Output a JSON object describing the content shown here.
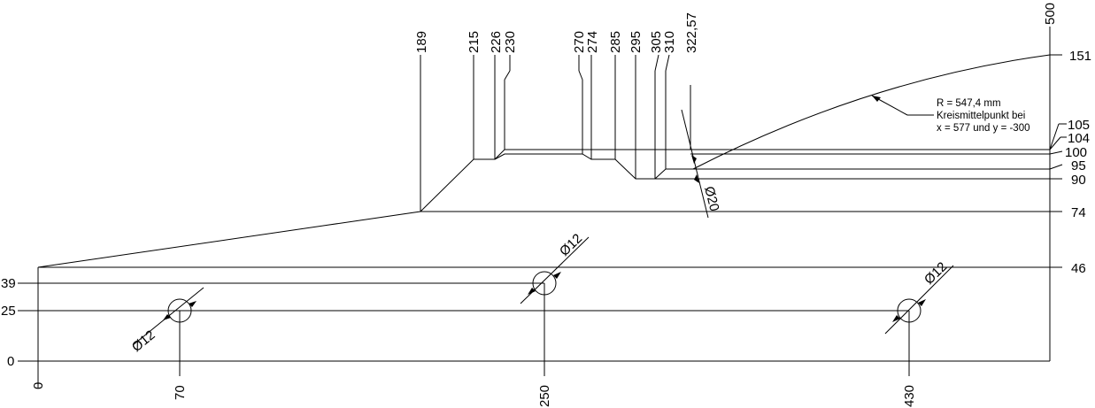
{
  "drawing": {
    "x_labels": {
      "bottom": [
        "0",
        "70",
        "250",
        "430"
      ],
      "top": [
        "189",
        "215",
        "226",
        "230",
        "270",
        "274",
        "285",
        "295",
        "305",
        "310",
        "322,57",
        "500"
      ]
    },
    "y_labels": {
      "left": [
        "0",
        "25",
        "39"
      ],
      "right": [
        "46",
        "74",
        "90",
        "95",
        "100",
        "104",
        "105",
        "151"
      ]
    },
    "holes": [
      {
        "label": "Ø12"
      },
      {
        "label": "Ø12"
      },
      {
        "label": "Ø12"
      }
    ],
    "radius_label": "Ø20",
    "note": {
      "line1": "R = 547,4 mm",
      "line2": "Kreismittelpunkt bei",
      "line3": "x = 577 und y = -300"
    }
  },
  "colors": {
    "stroke": "#000000",
    "background": "#ffffff"
  }
}
